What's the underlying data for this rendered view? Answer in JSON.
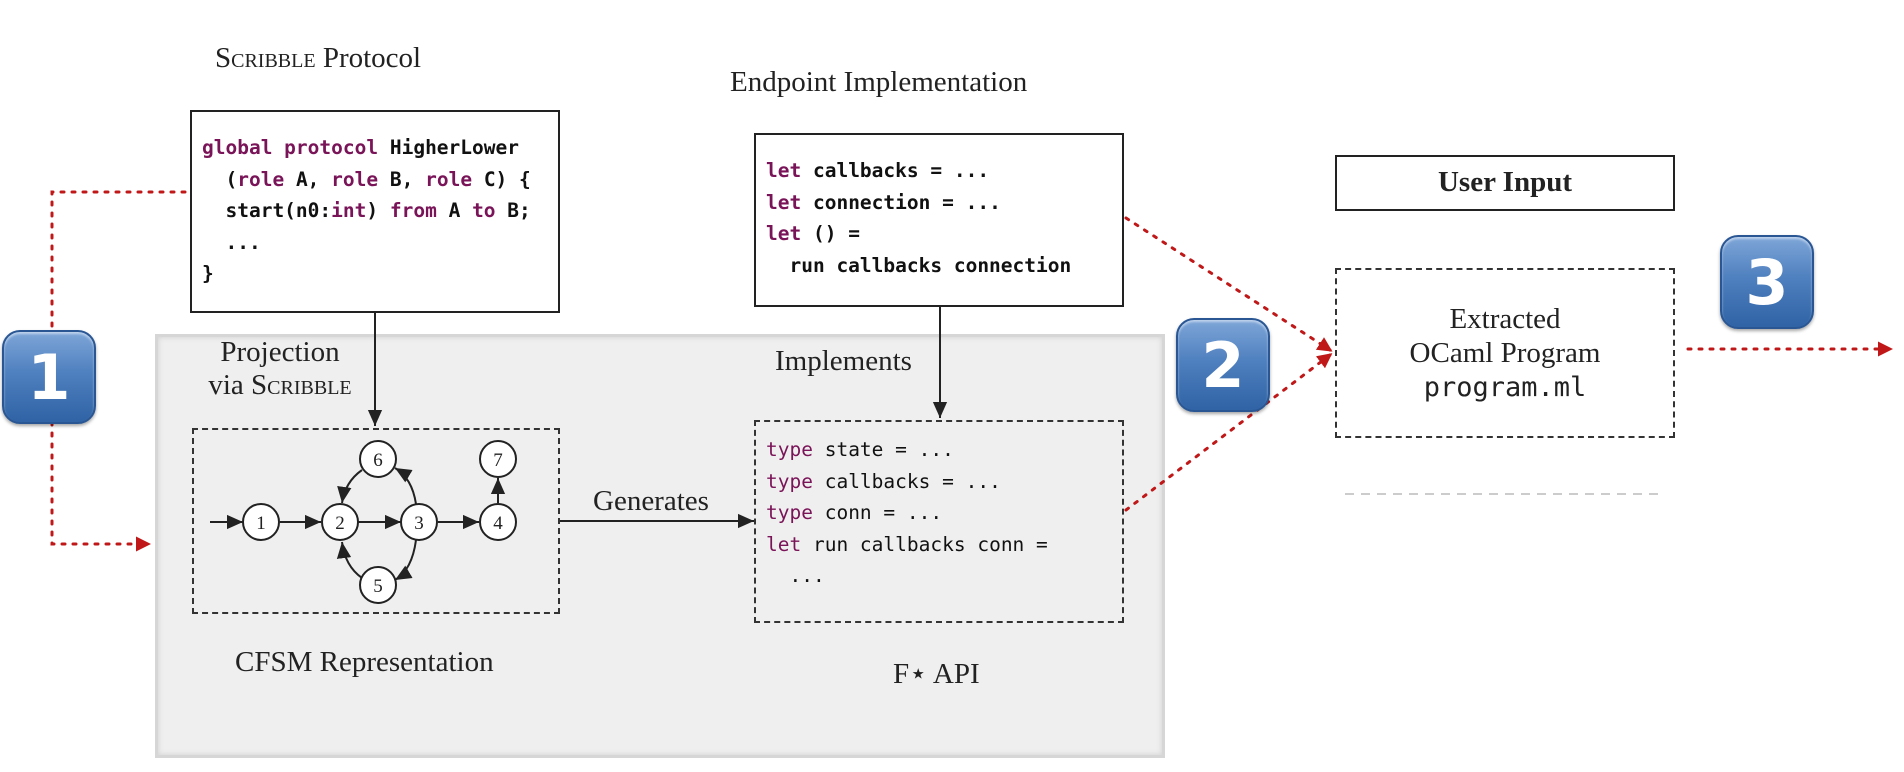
{
  "labels": {
    "scribble_protocol_prefix": "Scribble",
    "scribble_protocol_suffix": " Protocol",
    "endpoint_implementation": "Endpoint Implementation",
    "user_input": "User Input",
    "projection_line1": "Projection",
    "projection_line2_prefix": "via ",
    "projection_line2_suffix": "Scribble",
    "implements": "Implements",
    "generates": "Generates",
    "cfsm_representation": "CFSM Representation",
    "fstar_api": "F⋆ API",
    "extracted_line1": "Extracted",
    "extracted_line2": "OCaml Program",
    "extracted_file": "program.ml"
  },
  "badges": [
    "1",
    "2",
    "3"
  ],
  "scribble_code": {
    "line1_kw": "global protocol",
    "line1_rest": " HigherLower",
    "line2_a": "  (",
    "line2_kw1": "role",
    "line2_b": " A, ",
    "line2_kw2": "role",
    "line2_c": " B, ",
    "line2_kw3": "role",
    "line2_d": " C) {",
    "line3_a": "  start(n0:",
    "line3_kw1": "int",
    "line3_b": ") ",
    "line3_kw2": "from",
    "line3_c": " A ",
    "line3_kw3": "to",
    "line3_d": " B;",
    "line4": "  ...",
    "line5": "}"
  },
  "endpoint_code": {
    "kw": "let",
    "line1_rest": " callbacks = ...",
    "line2_rest": " connection = ...",
    "line3_rest": " () =",
    "line4": "  run callbacks connection"
  },
  "fstar_code": {
    "kw_type": "type",
    "kw_let": "let",
    "line1_rest": " state = ...",
    "line2_rest": " callbacks = ...",
    "line3_rest": " conn = ...",
    "line4_rest": " run callbacks conn =",
    "line5": "  ..."
  },
  "cfsm_nodes": [
    "1",
    "2",
    "3",
    "4",
    "5",
    "6",
    "7"
  ],
  "colors": {
    "keyword": "#7a1458",
    "arrow_red": "#c01818",
    "badge_blue": "#4f80bf",
    "panel_grey": "#efefef"
  }
}
